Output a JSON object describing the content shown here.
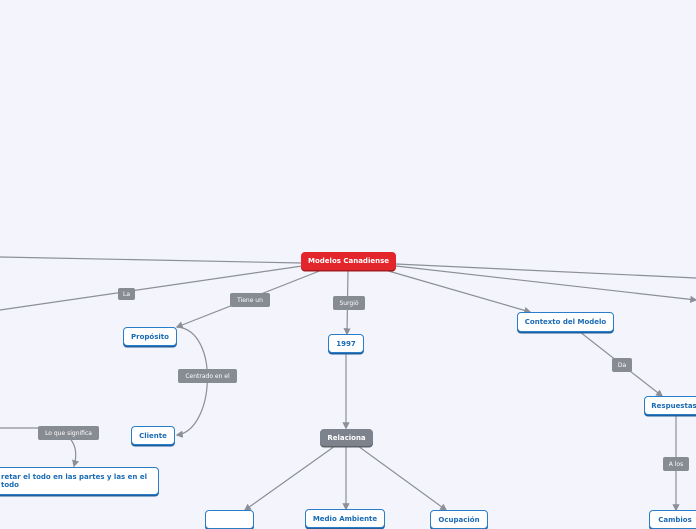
{
  "nodes": {
    "root": "Modelos Canadiense",
    "proposito": "Propósito",
    "cliente": "Cliente",
    "anio": "1997",
    "relaciona": "Relaciona",
    "contexto": "Contexto del Modelo",
    "respuestas": "Respuestas",
    "interpretar": "retar el todo en las partes y las en el todo",
    "medio_ambiente": "Medio Ambiente",
    "ocupacion": "Ocupación",
    "cambios": "Cambios"
  },
  "labels": {
    "la": "La",
    "tiene_un": "Tiene un",
    "surgio": "Surgió",
    "centrado_en_el": "Centrado en el",
    "lo_que_significa": "Lo que significa",
    "da": "Da",
    "a_los": "A los"
  },
  "colors": {
    "background": "#f4f5fc",
    "root_fill": "#e3262b",
    "node_border": "#2a7ec8",
    "node_text": "#1a6bb5",
    "gray_node": "#7c838d",
    "connector": "#8a8f98"
  }
}
